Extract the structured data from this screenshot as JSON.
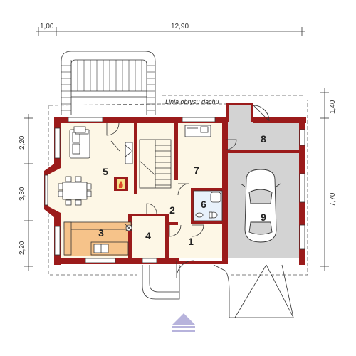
{
  "dimensions": {
    "top_left": "1,00",
    "top_main": "12,90",
    "left_top": "2,20",
    "left_mid": "3,30",
    "left_bottom": "2,20",
    "right_top": "1,40",
    "right_main": "7,70"
  },
  "roof_label": "Linia obrysu dachu",
  "rooms": [
    {
      "id": "room-1",
      "number": "1"
    },
    {
      "id": "room-2",
      "number": "2"
    },
    {
      "id": "room-3",
      "number": "3"
    },
    {
      "id": "room-4",
      "number": "4"
    },
    {
      "id": "room-5",
      "number": "5"
    },
    {
      "id": "room-6",
      "number": "6"
    },
    {
      "id": "room-7",
      "number": "7"
    },
    {
      "id": "room-8",
      "number": "8"
    },
    {
      "id": "room-9",
      "number": "9"
    }
  ],
  "colors": {
    "wall": "#9b1b1b",
    "floor": "#fdf7e6",
    "kitchen": "#f6c38a",
    "garage": "#d3d3d3",
    "entrance_arrow": "#b7b3dc"
  }
}
